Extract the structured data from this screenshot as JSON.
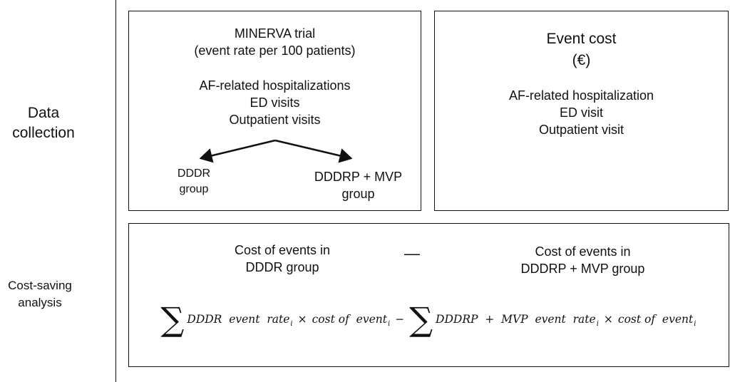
{
  "rows": {
    "data_collection_label": "Data\ncollection",
    "cost_saving_label": "Cost-saving\nanalysis"
  },
  "trial_box": {
    "title": "MINERVA trial\n(event rate per 100 patients)",
    "events": "AF-related hospitalizations\nED visits\nOutpatient visits",
    "group_left": "DDDR\ngroup",
    "group_right": "DDDRP + MVP\ngroup"
  },
  "cost_box": {
    "title": "Event cost\n(€)",
    "items": "AF-related hospitalization\nED visit\nOutpatient visit"
  },
  "analysis_box": {
    "left_term": "Cost of events in\nDDDR group",
    "minus_sign": "—",
    "right_term": "Cost of events in\nDDDRP + MVP group",
    "formula": {
      "sigma": "∑",
      "term1": "DDDR  event  rate",
      "sub": "i",
      "times": "×",
      "cost_term": "cost of  event",
      "minus": "−",
      "term2": "DDDRP  +  MVP  event  rate"
    }
  }
}
